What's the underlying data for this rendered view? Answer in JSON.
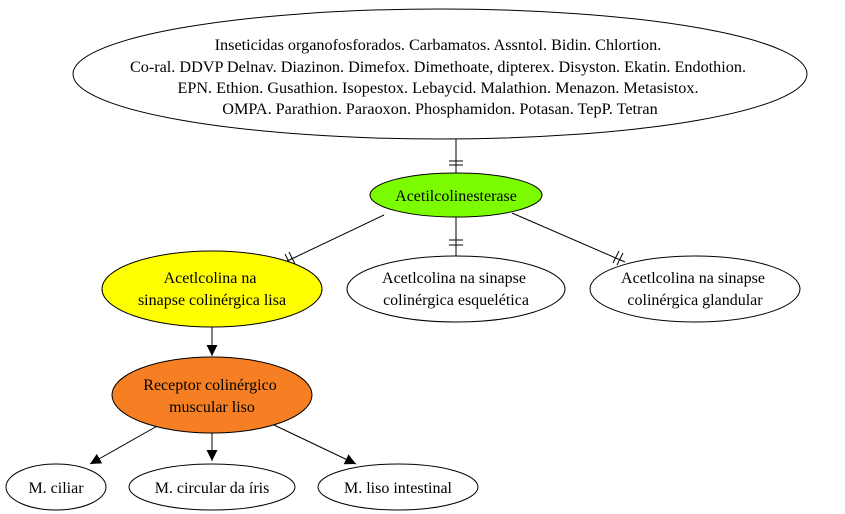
{
  "nodes": {
    "insecticides": {
      "lines": [
        "Inseticidas organofosforados. Carbamatos. Assntol. Bidin. Chlortion.",
        "Co-ral. DDVP Delnav. Diazinon. Dimefox. Dimethoate, dipterex. Disyston. Ekatin. Endothion.",
        "EPN. Ethion. Gusathion. Isopestox. Lebaycid. Malathion. Menazon. Metasistox.",
        "OMPA. Parathion. Paraoxon. Phosphamidon. Potasan. TepP. Tetran"
      ],
      "fill": "#ffffff"
    },
    "acetylcholinesterase": {
      "lines": [
        "Acetilcolinesterase"
      ],
      "fill": "#7cfc00"
    },
    "smooth_synapse": {
      "lines": [
        "Acetlcolina na",
        "sinapse colinérgica lisa"
      ],
      "fill": "#ffff00"
    },
    "skeletal_synapse": {
      "lines": [
        "Acetlcolina na sinapse",
        "colinérgica esquelética"
      ],
      "fill": "#ffffff"
    },
    "glandular_synapse": {
      "lines": [
        "Acetlcolina na sinapse",
        "colinérgica glandular"
      ],
      "fill": "#ffffff"
    },
    "smooth_receptor": {
      "lines": [
        "Receptor colinérgico",
        "muscular liso"
      ],
      "fill": "#f57f22"
    },
    "ciliary": {
      "lines": [
        "M. ciliar"
      ],
      "fill": "#ffffff"
    },
    "iris": {
      "lines": [
        "M. circular da íris"
      ],
      "fill": "#ffffff"
    },
    "intestinal": {
      "lines": [
        "M. liso intestinal"
      ],
      "fill": "#ffffff"
    }
  },
  "edges": [
    {
      "from": "insecticides",
      "to": "acetylcholinesterase",
      "type": "inhibition"
    },
    {
      "from": "acetylcholinesterase",
      "to": "smooth_synapse",
      "type": "inhibition"
    },
    {
      "from": "acetylcholinesterase",
      "to": "skeletal_synapse",
      "type": "inhibition"
    },
    {
      "from": "acetylcholinesterase",
      "to": "glandular_synapse",
      "type": "inhibition"
    },
    {
      "from": "smooth_synapse",
      "to": "smooth_receptor",
      "type": "arrow"
    },
    {
      "from": "smooth_receptor",
      "to": "ciliary",
      "type": "arrow"
    },
    {
      "from": "smooth_receptor",
      "to": "iris",
      "type": "arrow"
    },
    {
      "from": "smooth_receptor",
      "to": "intestinal",
      "type": "arrow"
    }
  ]
}
